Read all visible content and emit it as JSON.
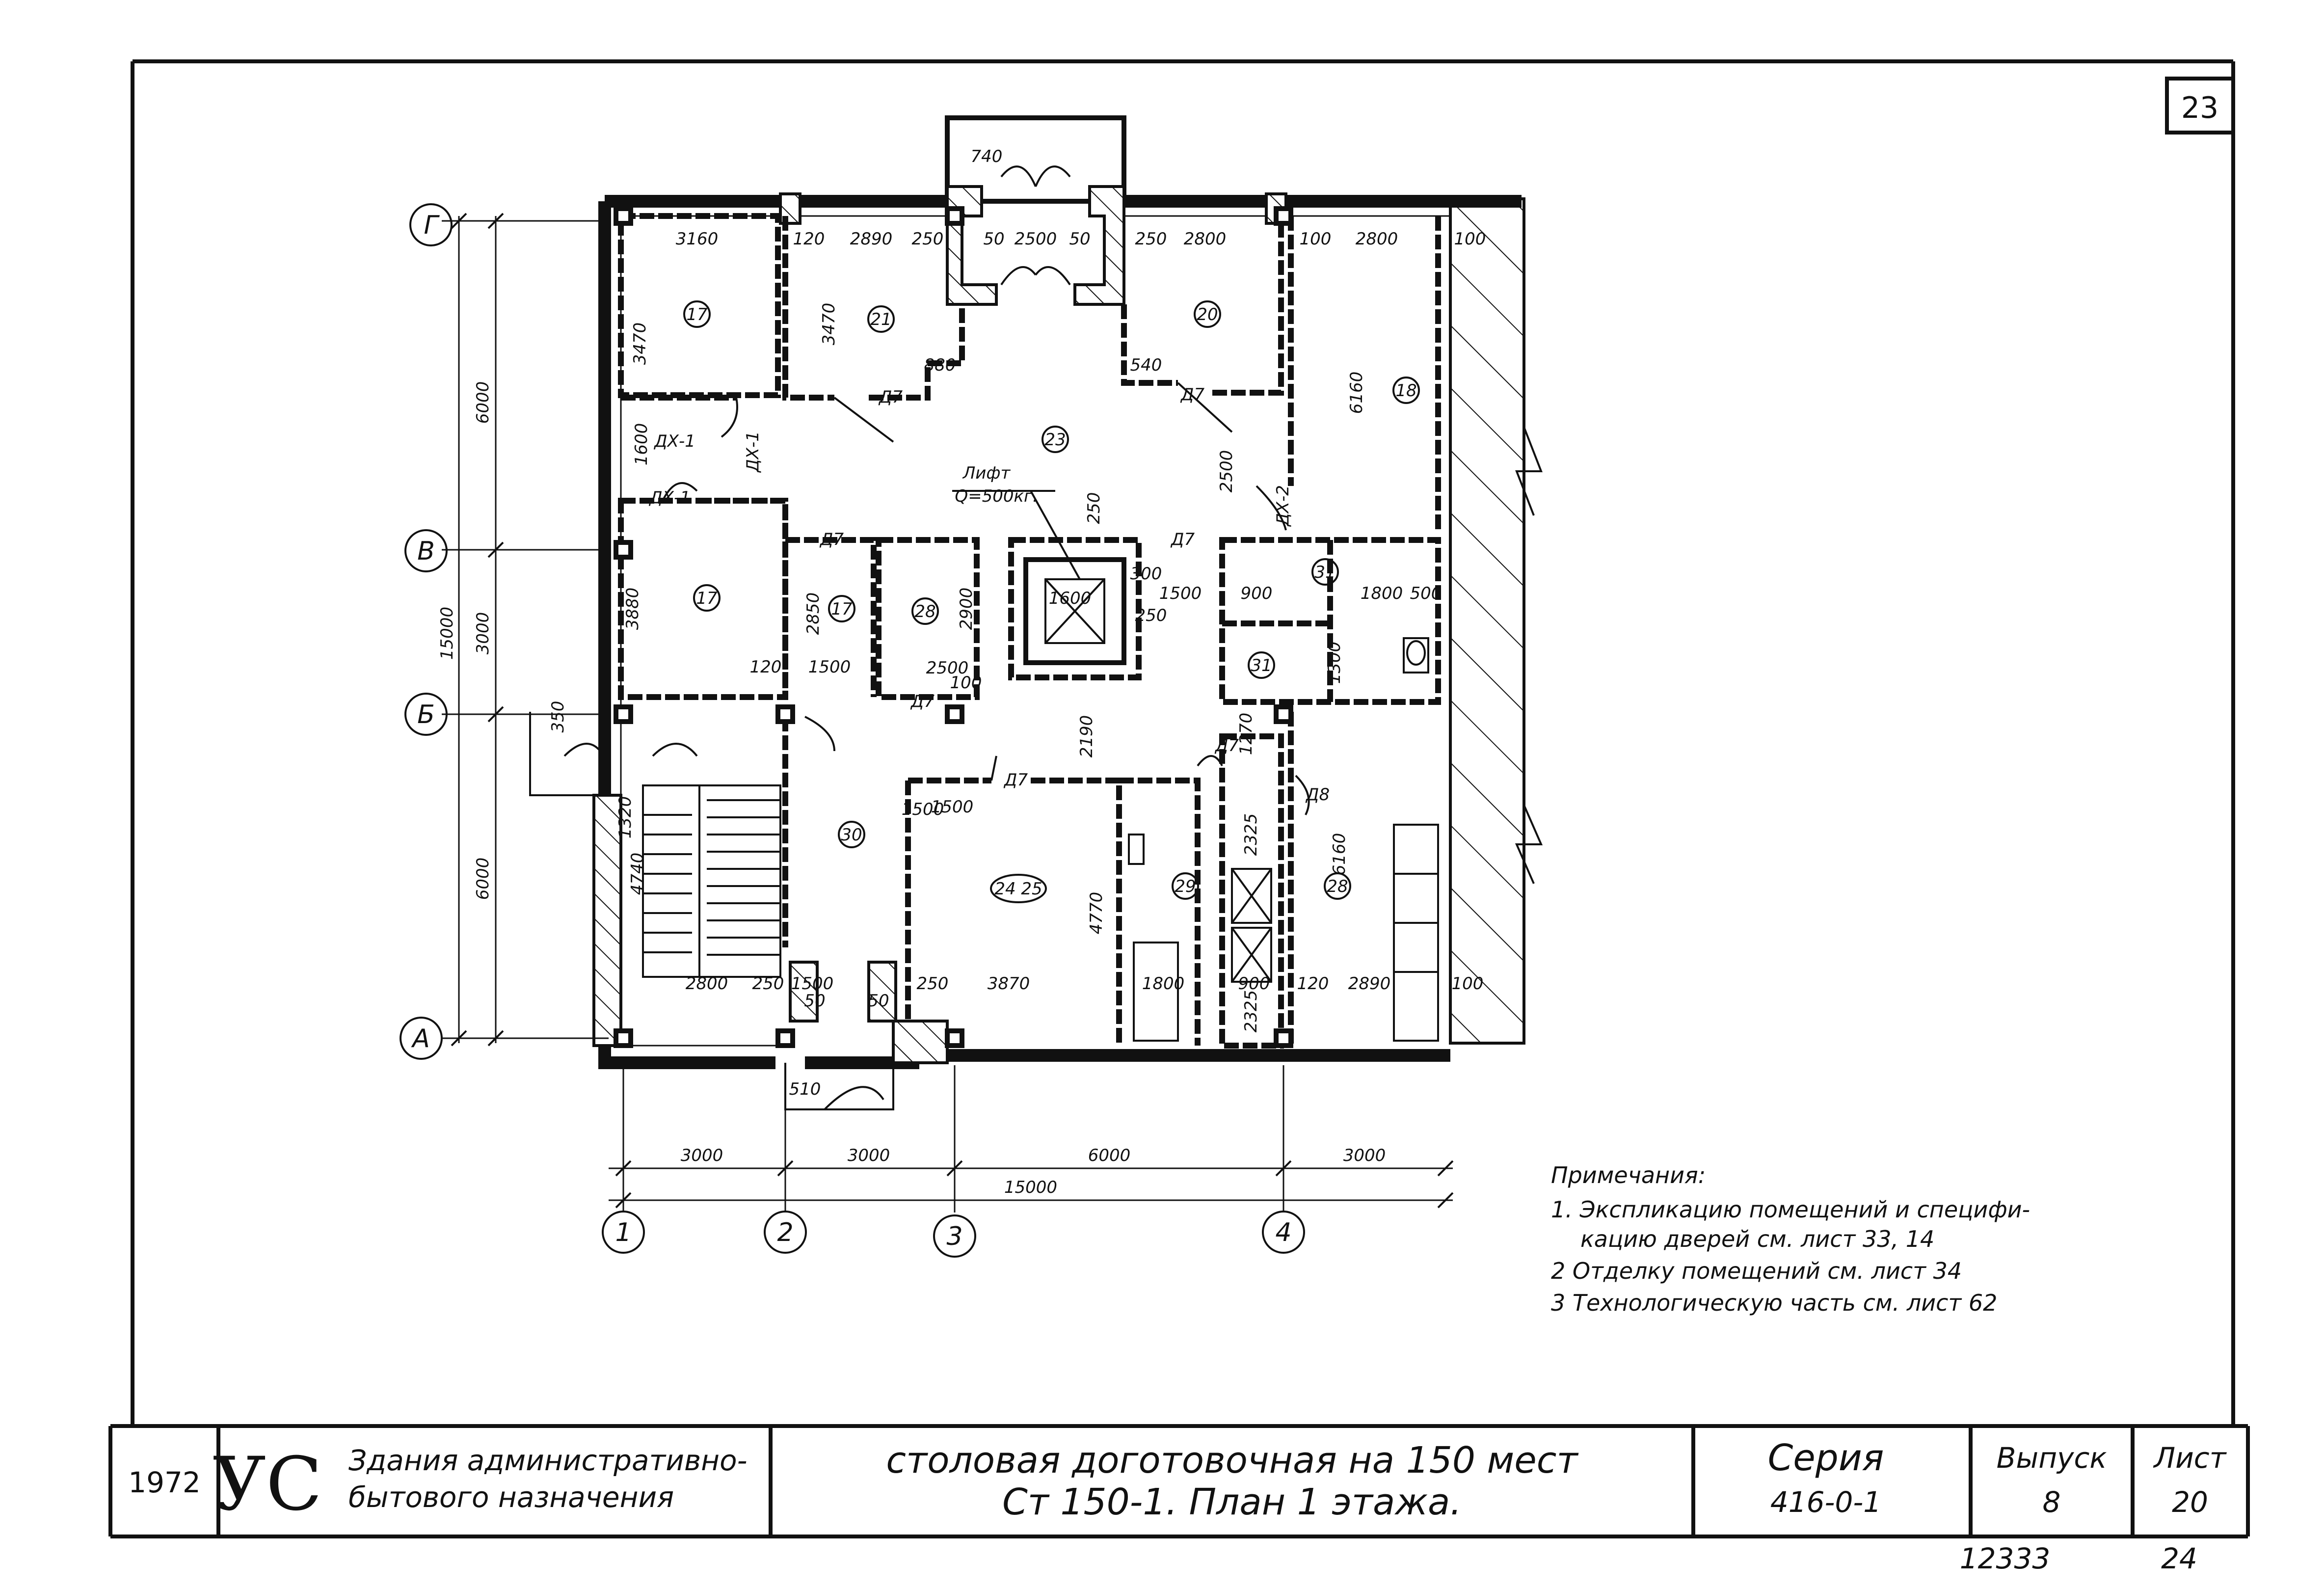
{
  "sheet": {
    "corner_number": "23",
    "axes_rows": [
      "Г",
      "В",
      "Б",
      "А"
    ],
    "axes_cols": [
      "1",
      "2",
      "3",
      "4"
    ]
  },
  "dims_left": {
    "total": "15000",
    "segments": [
      "6000",
      "3000",
      "6000"
    ]
  },
  "dims_bottom": {
    "segments": [
      "3000",
      "3000",
      "6000",
      "3000"
    ],
    "total": "15000"
  },
  "dims_plan": [
    "740",
    "3160",
    "120",
    "2890",
    "250",
    "50",
    "2500",
    "50",
    "250",
    "2800",
    "100",
    "2800",
    "100",
    "3470",
    "3470",
    "6160",
    "2500",
    "880",
    "540",
    "1600",
    "1600",
    "250",
    "250",
    "1500",
    "300",
    "3880",
    "2850",
    "2900",
    "1500",
    "120",
    "2500",
    "100",
    "1500",
    "2190",
    "1270",
    "6160",
    "4770",
    "2325",
    "2325",
    "1800",
    "500",
    "900",
    "1300",
    "1500",
    "3870",
    "1800",
    "900",
    "2800",
    "2890",
    "250",
    "1500",
    "250",
    "100",
    "120",
    "510",
    "50",
    "50",
    "350",
    "4740",
    "1320"
  ],
  "door_marks": [
    "Д7",
    "Д7",
    "Д7",
    "Д7",
    "Д7",
    "Д7",
    "Д7",
    "Д8",
    "ДХ-1",
    "ДХ-1",
    "ДХ-1",
    "ДХ-2"
  ],
  "lift_label": {
    "name": "Лифт",
    "capacity": "Q=500кг."
  },
  "rooms": [
    "17",
    "21",
    "20",
    "18",
    "23",
    "17",
    "17",
    "28",
    "31",
    "31",
    "30",
    "24 25",
    "29",
    "28"
  ],
  "notes": {
    "title": "Примечания:",
    "items": [
      "1. Экспликацию помещений и специфи-",
      "кацию дверей см. лист 33, 14",
      "2 Отделку помещений см. лист 34",
      "3 Технологическую часть см. лист 62"
    ]
  },
  "title_block": {
    "year": "1972",
    "logo": "УС",
    "category_line1": "Здания административно-",
    "category_line2": "бытового назначения",
    "title_line1": "столовая доготовочная на 150 мест",
    "title_line2": "Ст 150-1. План 1 этажа.",
    "series_label": "Серия",
    "series_value": "416-0-1",
    "issue_label": "Выпуск",
    "issue_value": "8",
    "sheet_label": "Лист",
    "sheet_value": "20"
  },
  "below_block": {
    "doc_number": "12333",
    "page": "24"
  }
}
